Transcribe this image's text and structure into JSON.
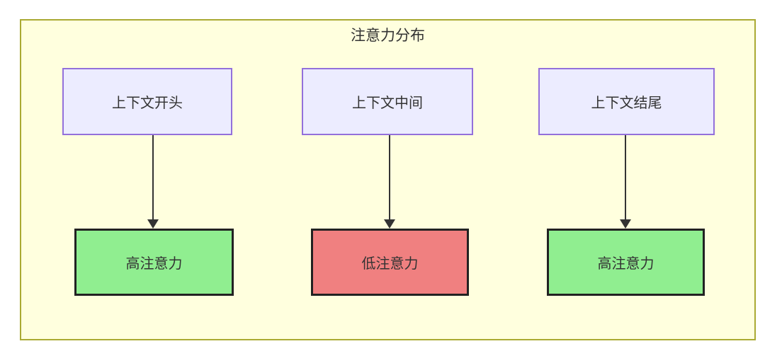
{
  "diagram": {
    "title": "注意力分布",
    "columns": [
      {
        "source": "上下文开头",
        "target": "高注意力",
        "target_level": "high"
      },
      {
        "source": "上下文中间",
        "target": "低注意力",
        "target_level": "low"
      },
      {
        "source": "上下文结尾",
        "target": "高注意力",
        "target_level": "high"
      }
    ],
    "colors": {
      "cluster_background": "#ffffde",
      "cluster_border": "#aaaa33",
      "source_node_background": "#ececff",
      "source_node_border": "#9370db",
      "high_attention_background": "#90ee90",
      "low_attention_background": "#f08080",
      "result_node_border": "#222222",
      "arrow": "#333333",
      "text": "#333333"
    }
  }
}
